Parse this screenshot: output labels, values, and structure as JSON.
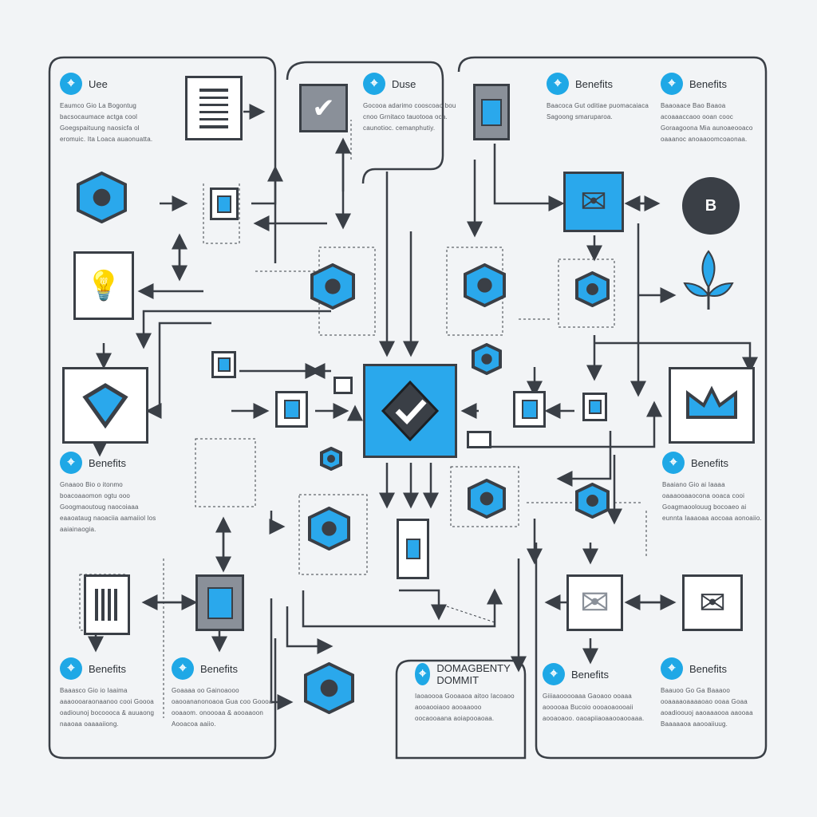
{
  "cards": [
    {
      "title": "Uee",
      "body": "Eaumco Gio La Bogontug bacsocaumace actga cool Goegspaituung naosicfa ol eromuic. Ita Loaca auaonuatta."
    },
    {
      "title": "Duse",
      "body": "Gocooa adarimo cooscoao bou cnoo Grnitaco tauotooa oca. caunotioc. cemanphutiy."
    },
    {
      "title": "Benefits",
      "body": "Baacoca Gut oditiae puomacaiaca Sagoong smaruparoa."
    },
    {
      "title": "Benefits",
      "body": "Baaoaace Bao Baaoa acoaaaccaoo ooan cooc Goraagoona Mia aunoaeooaco oaaanoc anoaaoomcoaonaa."
    },
    {
      "title": "Benefits",
      "body": "Gnaaoo Bio o itonmo boacoaaomon ogtu ooo Googmaoutoug naocoiaaa eaaoataug naoaciia aamaiiol los aaiainaogia."
    },
    {
      "title": "Benefits",
      "body": "Baaiano Gio ai Iaaaa oaaaooaaocona ooaca cooi Goagmaoolouug bocoaeo ai eunnta Iaaaoaa aocoaa aonoaiio."
    },
    {
      "title": "Benefits",
      "body": "Baaasco Gio io Iaaima aaaoooaraonaanoo cooi Goooa oadiounoj bocoooca & auuaong naaoaa oaaaaiiong."
    },
    {
      "title": "Benefits",
      "body": "Goaaaa oo Gainoaooo oaooananonoaoa Gua coo Goooa ooaaom. onoooaa & aooaaoon Aooacoa aaiio."
    },
    {
      "title": "DOMAGBENTY DOMMIT",
      "body": "Iaoaoooa Gooaaoa aitoo Iacoaoo aooaooiaoo aooaaooo oocaooaana aoiapooaoaa."
    },
    {
      "title": "Benefits",
      "body": "Giiiaaooooaaa Gaoaoo ooaaa aooooaa Bucoio oooaoaoooaii aooaoaoo. oaoapiiaoaaooaooaaa."
    },
    {
      "title": "Benefits",
      "body": "Baauoo Go Ga Baaaoo ooaaaaoaaaaoao ooaa Goaa aoadioouoj aaoaaaooa aaooaa Baaaaaoa aaooaiiuug."
    }
  ],
  "icons": {
    "gear_badge": "B"
  },
  "colors": {
    "accent": "#1fa8e6",
    "stroke": "#3a3f46",
    "panel": "#f7f8f9"
  }
}
